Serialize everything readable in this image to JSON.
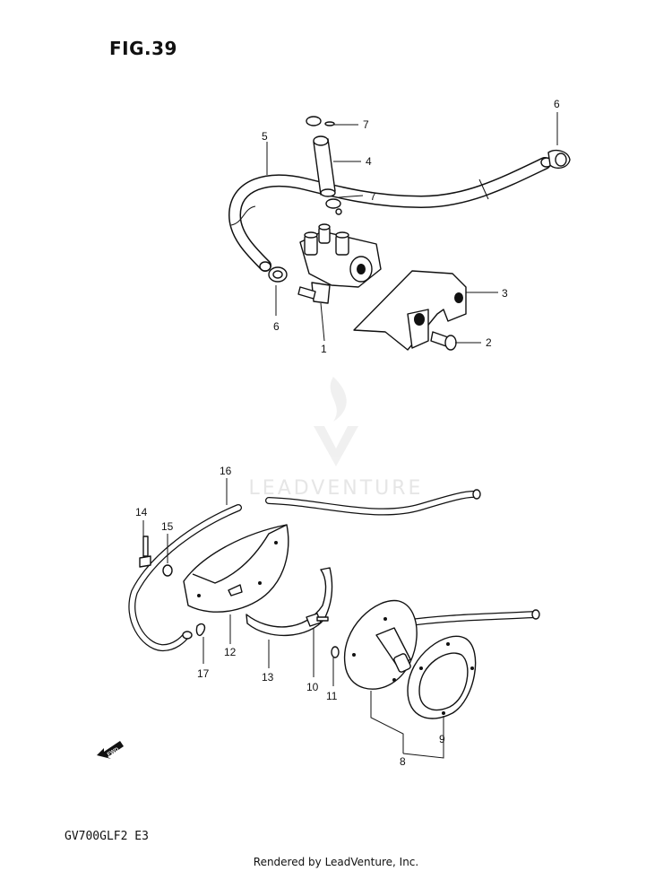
{
  "figure": {
    "title": "FIG.39",
    "model_code": "GV700GLF2  E3",
    "footer": "Rendered by LeadVenture, Inc.",
    "watermark": "LEADVENTURE"
  },
  "callouts": [
    {
      "id": "c1",
      "label": "1"
    },
    {
      "id": "c2",
      "label": "2"
    },
    {
      "id": "c3",
      "label": "3"
    },
    {
      "id": "c4",
      "label": "4"
    },
    {
      "id": "c5",
      "label": "5"
    },
    {
      "id": "c6a",
      "label": "6"
    },
    {
      "id": "c6b",
      "label": "6"
    },
    {
      "id": "c7a",
      "label": "7"
    },
    {
      "id": "c7b",
      "label": "7"
    },
    {
      "id": "c8",
      "label": "8"
    },
    {
      "id": "c9",
      "label": "9"
    },
    {
      "id": "c10",
      "label": "10"
    },
    {
      "id": "c11",
      "label": "11"
    },
    {
      "id": "c12",
      "label": "12"
    },
    {
      "id": "c13",
      "label": "13"
    },
    {
      "id": "c14",
      "label": "14"
    },
    {
      "id": "c15",
      "label": "15"
    },
    {
      "id": "c16",
      "label": "16"
    },
    {
      "id": "c17",
      "label": "17"
    }
  ],
  "fwd_arrow": {
    "label": "FWD",
    "icon": "fwd-arrow-icon"
  }
}
